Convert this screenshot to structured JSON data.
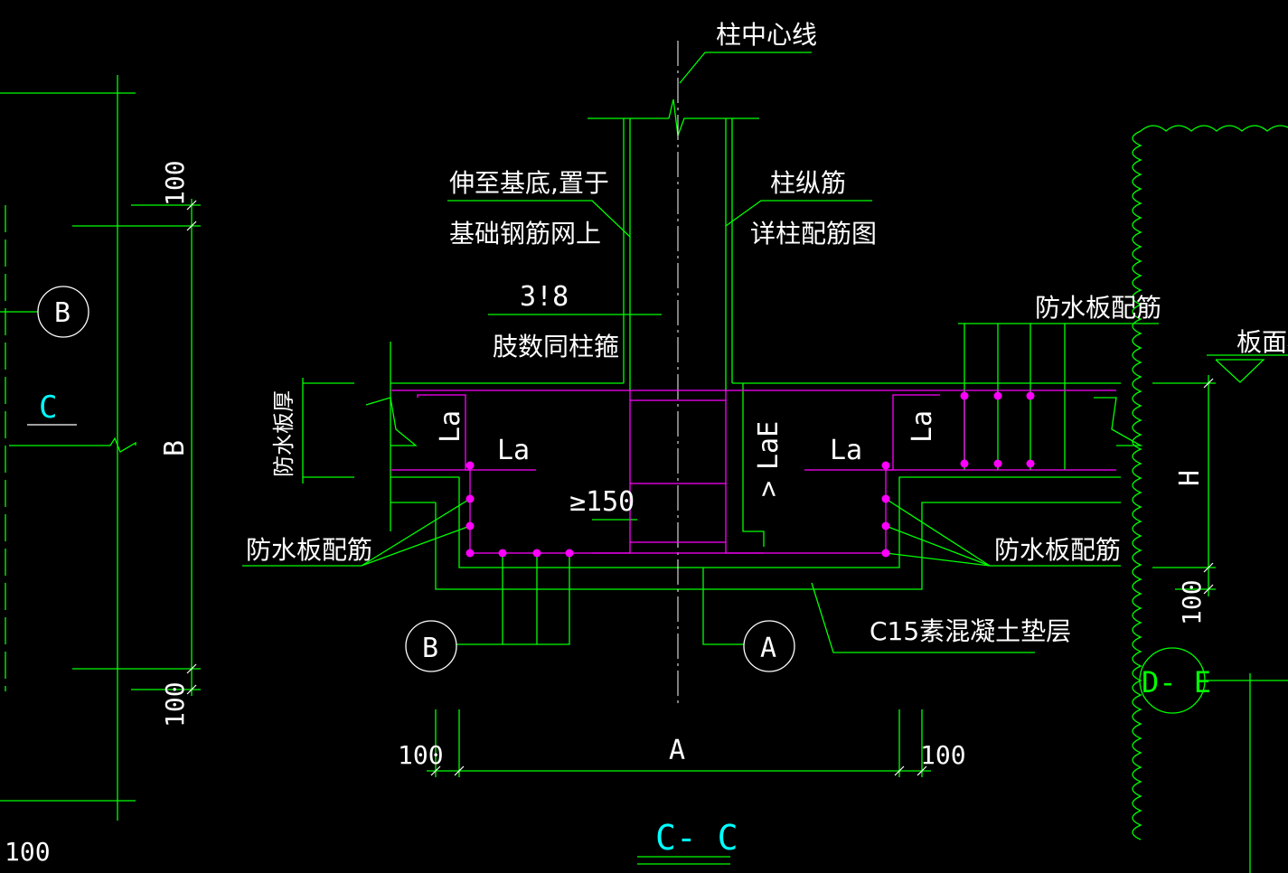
{
  "drawing": {
    "section_title": "C- C",
    "left_view_title": "C",
    "labels": {
      "column_centerline": "柱中心线",
      "extend_to_base_line1": "伸至基底,置于",
      "extend_to_base_line2": "基础钢筋网上",
      "column_longitudinal_line1": "柱纵筋",
      "column_longitudinal_line2": "详柱配筋图",
      "stirrup_spec": "3!8",
      "stirrup_note": "肢数同柱箍",
      "waterproof_slab_rebar_top": "防水板配筋",
      "waterproof_slab_rebar_left": "防水板配筋",
      "waterproof_slab_rebar_right": "防水板配筋",
      "waterproof_slab_thickness": "防水板厚",
      "slab_top_elevation": "板面标",
      "cushion_layer": "C15素混凝土垫层"
    },
    "anchorage": {
      "la_top_left": "La",
      "la_mid_left": "La",
      "laE": "LaE",
      "ge_sym": ">",
      "la_mid_right": "La",
      "la_top_right": "La",
      "min_150": "≥150"
    },
    "dimensions": {
      "dim_100_top_left": "100",
      "dim_B": "B",
      "dim_100_bottom_left": "100",
      "dim_100_far_left": "100",
      "dim_100_bottom_a": "100",
      "dim_A": "A",
      "dim_100_bottom_b": "100",
      "dim_H": "H",
      "dim_100_right": "100"
    },
    "axis_bubbles": {
      "left_B": "B",
      "bottom_B": "B",
      "bottom_A": "A",
      "right_DE": "D- E"
    },
    "colors": {
      "background": "#000000",
      "outline": "#00ff00",
      "rebar": "#ff00ff",
      "text": "#ffffff",
      "accent": "#00ffff"
    }
  }
}
